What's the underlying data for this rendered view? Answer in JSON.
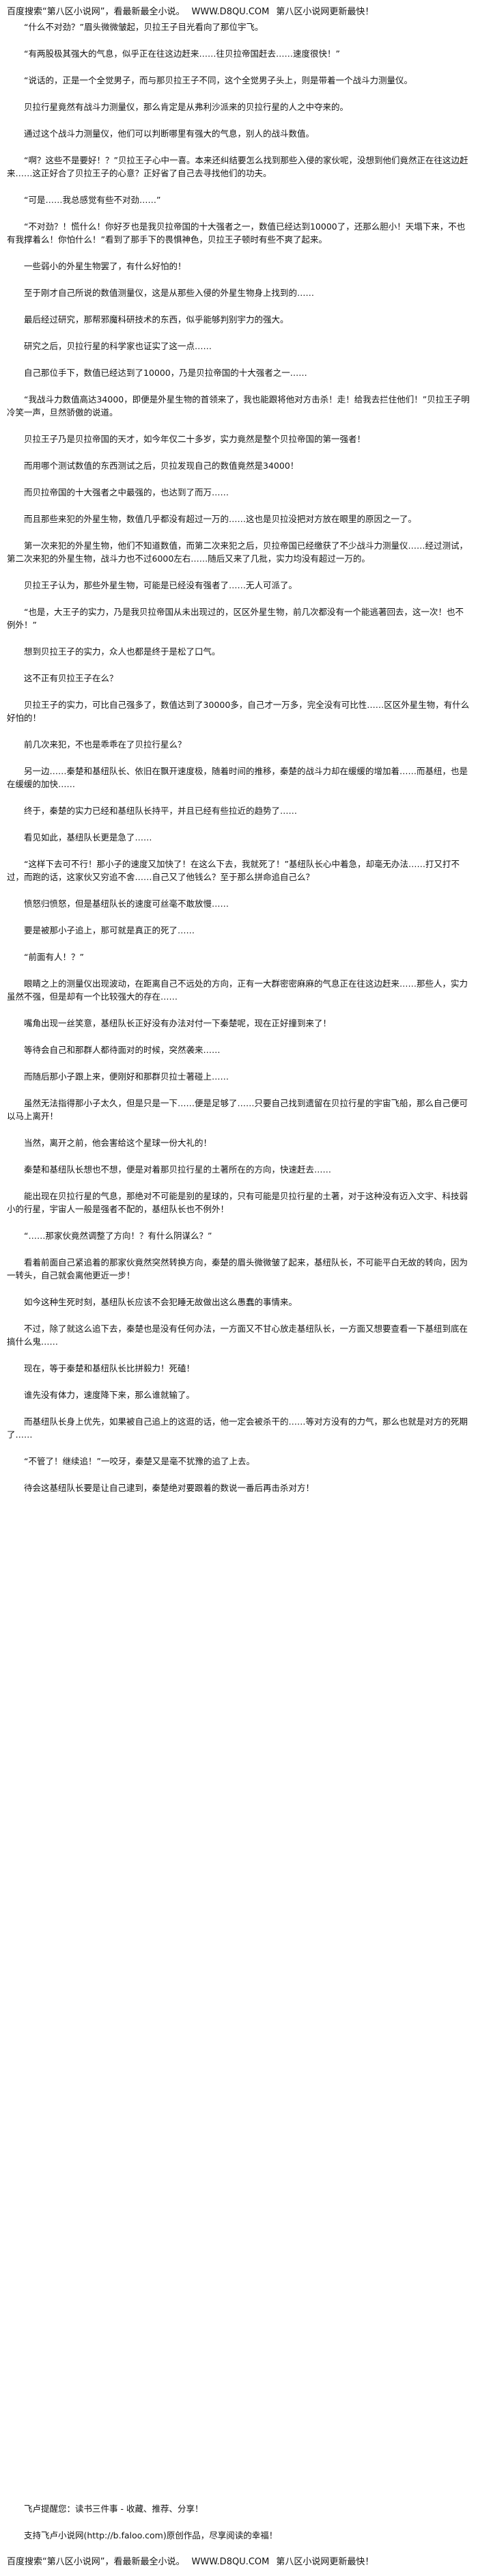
{
  "header": {
    "ad_text": "百度搜索“第八区小说网”，看最新最全小说。",
    "site_url": "WWW.D8QU.COM",
    "update_text": "第八区小说网更新最快！"
  },
  "paragraphs": [
    "“什么不对劲？”眉头微微皱起，贝拉王子目光看向了那位宇飞。",
    "“有两股极其强大的气息，似乎正在往这边赶来……往贝拉帝国赶去……速度很快！”",
    "“说话的，正是一个全觉男子，而与那贝拉王子不同，这个全觉男子头上，则是带着一个战斗力测量仪。",
    "贝拉行星竟然有战斗力测量仪，那么肯定是从弗利沙派来的贝拉行星的人之中夺来的。",
    "通过这个战斗力测量仪，他们可以判断哪里有强大的气息，别人的战斗数值。",
    "“啊？这些不是要好！？”贝拉王子心中一喜。本来还纠结要怎么找到那些入侵的家伙呢，没想到他们竟然正在往这边赶来……这正好合了贝拉王子的心意？正好省了自己去寻找他们的功夫。",
    "“可是……我总感觉有些不对劲……”",
    "“不对劲？！慌什么！你好歹也是我贝拉帝国的十大强者之一，数值已经达到10000了，还那么胆小！天塌下来，不也有我撑着么！你怕什么！”看到了那手下的畏惧神色，贝拉王子顿时有些不爽了起来。",
    "一些弱小的外星生物罢了，有什么好怕的！",
    "至于刚才自己所说的数值测量仪，这是从那些入侵的外星生物身上找到的……",
    "最后经过研究，那帮邪魔科研技术的东西，似乎能够判别宇力的强大。",
    "研究之后，贝拉行星的科学家也证实了这一点……",
    "自己那位手下，数值已经达到了10000，乃是贝拉帝国的十大强者之一……",
    "“我战斗力数值高达34000，即便是外星生物的首领来了，我也能跟将他对方击杀！走！给我去拦住他们！”贝拉王子明冷笑一声，旦然骄傲的说道。",
    "贝拉王子乃是贝拉帝国的天才，如今年仅二十多岁，实力竟然是整个贝拉帝国的第一强者！",
    "而用哪个测试数值的东西测试之后，贝拉发现自己的数值竟然是34000！",
    "而贝拉帝国的十大强者之中最强的，也达到了而万……",
    "而且那些来犯的外星生物，数值几乎都没有超过一万的……这也是贝拉没把对方放在眼里的原因之一了。",
    "第一次来犯的外星生物，他们不知道数值，而第二次来犯之后，贝拉帝国已经缴获了不少战斗力测量仪……经过测试，第二次来犯的外星生物，战斗力也不过6000左右……随后又来了几批，实力均没有超过一万的。",
    "贝拉王子认为，那些外星生物，可能是已经没有强者了……无人可派了。",
    "“也是，大王子的实力，乃是我贝拉帝国从未出现过的，区区外星生物，前几次都没有一个能逃著回去，这一次！也不例外！”",
    "想到贝拉王子的实力，众人也都是终于是松了口气。",
    "这不正有贝拉王子在么？",
    "贝拉王子的实力，可比自己强多了，数值达到了30000多，自己才一万多，完全没有可比性……区区外星生物，有什么好怕的！",
    "前几次来犯，不也是乖乖在了贝拉行星么？",
    "另一边……秦楚和基纽队长、依旧在飘开速度极，随着时间的推移，秦楚的战斗力却在缓缓的增加着……而基纽，也是在缓缓的加快……",
    "终于，秦楚的实力已经和基纽队长持平，并且已经有些拉近的趋势了……",
    "看见如此，基纽队长更是急了……",
    "“这样下去可不行！那小子的速度又加快了！在这么下去，我就死了！”基纽队长心中着急，却毫无办法……打又打不过，而跑的话，这家伙又穷追不舍……自己又了他钱么？至于那么拼命追自己么？",
    "愤怒归愤怒，但是基纽队长的速度可丝毫不敢放慢……",
    "要是被那小子追上，那可就是真正的死了……",
    "“前面有人！？”",
    "眼睛之上的测量仪出现波动，在距离自己不远处的方向，正有一大群密密麻麻的气息正在往这边赶来……那些人，实力虽然不强，但是却有一个比较强大的存在……",
    "嘴角出现一丝笑意，基纽队长正好没有办法对付一下秦楚呢，现在正好撞到来了！",
    "等待会自己和那群人都待面对的时候，突然袭来……",
    "而随后那小子跟上来，便刚好和那群贝拉士著碰上……",
    "虽然无法指得那小子太久，但是只是一下……便是足够了……只要自己找到遗留在贝拉行星的宇宙飞船，那么自己便可以马上离开！",
    "当然，离开之前，他会害给这个星球一份大礼的！",
    "秦楚和基纽队长想也不想，便是对着那贝拉行星的土著所在的方向，快速赶去……",
    "能出现在贝拉行星的气息，那绝对不可能是别的星球的，只有可能是贝拉行星的土著，对于这种没有迈入文宇、科技弱小的行星，宇宙人一般是强者不配的，基纽队长也不例外！",
    "“……那家伙竟然调整了方向！？有什么阴谋么？”",
    "看着前面自己紧追着的那家伙竟然突然转换方向，秦楚的眉头微微皱了起来，基纽队长，不可能平白无故的转向，因为一转头，自己就会离他更近一步！",
    "如今这种生死时刻，基纽队长应该不会犯睡无故做出这么愚蠢的事情来。",
    "不过，除了就这么追下去，秦楚也是没有任何办法，一方面又不甘心放走基纽队长，一方面又想要查看一下基纽到底在搞什么鬼……",
    "现在，等于秦楚和基纽队长比拼毅力！死磕！",
    "谁先没有体力，速度降下来，那么谁就输了。",
    "而基纽队长身上优先，如果被自己追上的这逛的话，他一定会被杀干的……等对方没有的力气，那么也就是对方的死期了……",
    "“不管了！继续追！”一咬牙，秦楚又是毫不犹豫的追了上去。",
    "待会这基纽队长要是让自己逮到，秦楚绝对要跟着的数说一番后再击杀对方！"
  ],
  "footer": {
    "reminder": "飞卢提醒您：读书三件事 - 收藏、推荐、分享！",
    "support": "支持飞卢小说网(http://b.faloo.com)原创作品，尽享阅读的幸福！",
    "ad_text": "百度搜索“第八区小说网”，看最新最全小说。",
    "site_url": "WWW.D8QU.COM",
    "update_text": "第八区小说网更新最快！"
  }
}
